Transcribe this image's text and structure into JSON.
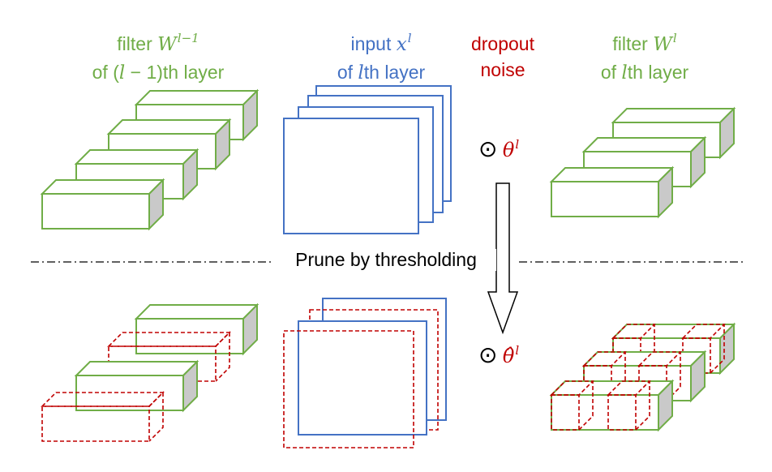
{
  "labels": {
    "prev_filter": {
      "filter_word": "filter",
      "symbol": "W",
      "superscript": "l−1",
      "line2_prefix": "of (",
      "line2_var": "l",
      "line2_mid": " − 1",
      "line2_suffix": ")th layer"
    },
    "input": {
      "word": "input",
      "symbol": "x",
      "superscript": "l",
      "line2_prefix": "of ",
      "line2_var": "l",
      "line2_suffix": "th layer"
    },
    "dropout": {
      "line1": "dropout",
      "line2": "noise"
    },
    "cur_filter": {
      "filter_word": "filter",
      "symbol": "W",
      "superscript": "l",
      "line2_prefix": "of ",
      "line2_var": "l",
      "line2_suffix": "th layer"
    },
    "prune_text": "Prune by thresholding",
    "operator": "⊙",
    "theta": "θ",
    "theta_sup": "l",
    "theta_hat": "θ̂",
    "theta_hat_sup": "l"
  },
  "colors": {
    "green": "#70ad47",
    "blue": "#4472c4",
    "red": "#c00000",
    "side_fill": "#c9c9c9"
  }
}
